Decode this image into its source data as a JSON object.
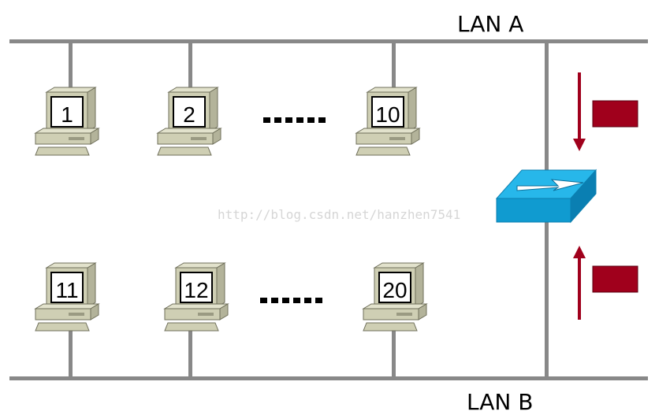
{
  "lans": {
    "top": "LAN A",
    "bottom": "LAN B"
  },
  "hosts": {
    "top": [
      "1",
      "2",
      "10"
    ],
    "bottom": [
      "11",
      "12",
      "20"
    ]
  },
  "watermark": "http://blog.csdn.net/hanzhen7541",
  "colors": {
    "bus": "#888888",
    "frame": "#a0001c",
    "switch_top": "#27b7ea",
    "switch_front": "#109bd0",
    "switch_side": "#0a7fb2",
    "pc_body": "#cfcfb4",
    "pc_shadow": "#9a9a82"
  },
  "icons": [
    "computer-icon",
    "switch-icon",
    "frame-icon",
    "arrow-down-icon",
    "arrow-up-icon"
  ]
}
